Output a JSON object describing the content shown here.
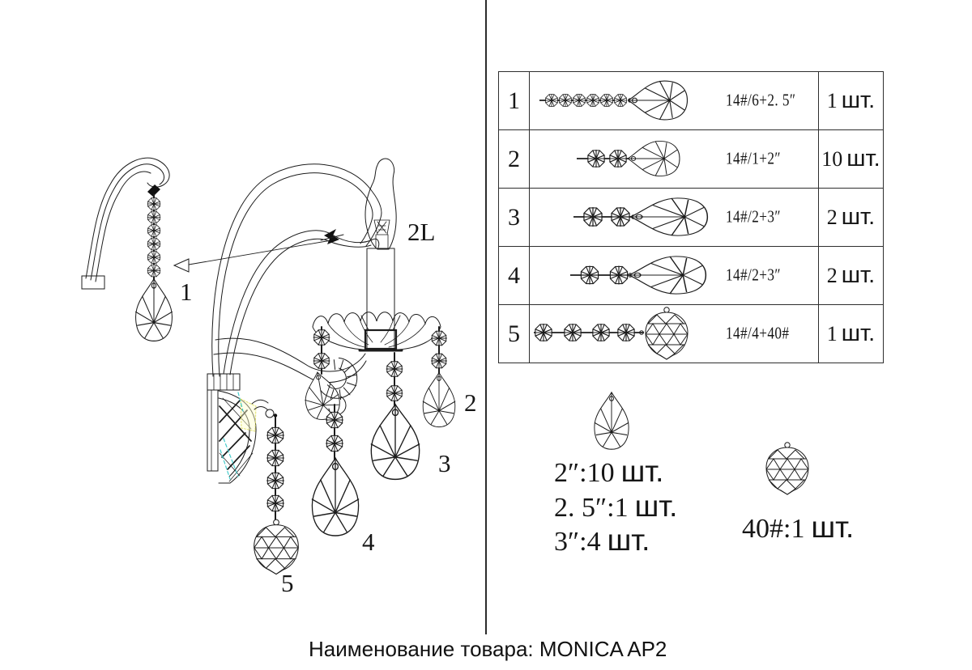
{
  "sheet": {
    "product_label": "Наименование товара: MONICA AP2"
  },
  "diagram": {
    "callout_1": "1",
    "callout_2l": "2L",
    "callout_2": "2",
    "callout_3": "3",
    "callout_4": "4",
    "callout_5": "5"
  },
  "parts_table": {
    "rows": [
      {
        "num": "1",
        "icon": "chain-6-octagons-teardrop",
        "code": "14#/6+2. 5″",
        "qty_value": "1",
        "qty_unit": "шт."
      },
      {
        "num": "2",
        "icon": "chain-2-octagons-teardrop",
        "code": "14#/1+2″",
        "qty_value": "10",
        "qty_unit": "шт."
      },
      {
        "num": "3",
        "icon": "chain-2-octagons-teardrop",
        "code": "14#/2+3″",
        "qty_value": "2",
        "qty_unit": "шт."
      },
      {
        "num": "4",
        "icon": "chain-2-octagons-teardrop",
        "code": "14#/2+3″",
        "qty_value": "2",
        "qty_unit": "шт."
      },
      {
        "num": "5",
        "icon": "chain-4-octagons-ball",
        "code": "14#/4+40#",
        "qty_value": "1",
        "qty_unit": "шт."
      }
    ]
  },
  "summary": {
    "teardrop_counts": [
      {
        "value": "2″:10",
        "unit": "шт."
      },
      {
        "value": "2. 5″:1",
        "unit": "шт."
      },
      {
        "value": "3″:4",
        "unit": "шт."
      }
    ],
    "ball_count": {
      "value": "40#:1",
      "unit": "шт."
    }
  },
  "colors": {
    "line": "#1c1c1c",
    "crystal_cyan": "#45cccc",
    "crystal_yellow": "#e0e068"
  }
}
